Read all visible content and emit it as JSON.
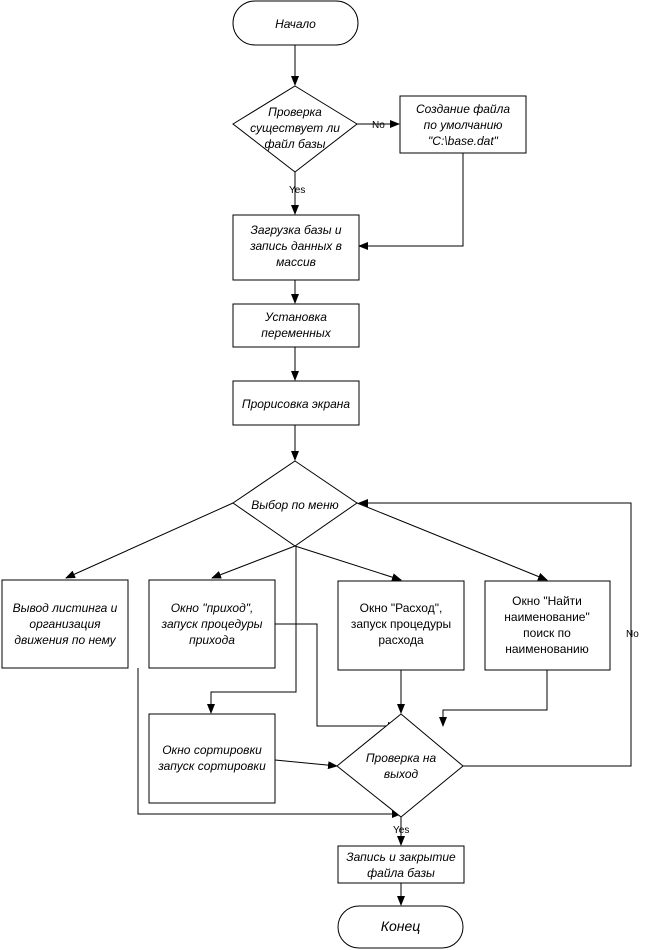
{
  "nodes": {
    "start": {
      "lines": [
        "Начало"
      ]
    },
    "check_file": {
      "lines": [
        "Проверка",
        "существует ли",
        "файл базы"
      ]
    },
    "create_file": {
      "lines": [
        "Создание файла",
        "по умолчанию",
        "\"C:\\base.dat\""
      ]
    },
    "load_db": {
      "lines": [
        "Загрузка базы и",
        "запись данных в",
        "массив"
      ]
    },
    "set_vars": {
      "lines": [
        "Установка",
        "переменных"
      ]
    },
    "draw_screen": {
      "lines": [
        "Прорисовка экрана"
      ]
    },
    "menu": {
      "lines": [
        "Выбор по меню"
      ]
    },
    "listing": {
      "lines": [
        "Вывод листинга и",
        "организация",
        "движения по нему"
      ]
    },
    "income": {
      "lines": [
        "Окно \"приход\",",
        "запуск процедуры",
        "прихода"
      ]
    },
    "expense": {
      "lines": [
        "Окно \"Расход\",",
        "запуск процедуры",
        "расхода"
      ]
    },
    "find_name": {
      "lines": [
        "Окно \"Найти",
        "наименование\"",
        "поиск по",
        "наименованию"
      ]
    },
    "sort": {
      "lines": [
        "Окно сортировки",
        "запуск сортировки"
      ]
    },
    "check_exit": {
      "lines": [
        "Проверка на",
        "выход"
      ]
    },
    "save_close": {
      "lines": [
        "Запись и закрытие",
        "файла базы"
      ]
    },
    "end": {
      "lines": [
        "Конец"
      ]
    }
  },
  "edge_labels": {
    "no_create": "No",
    "yes_load": "Yes",
    "no_loop": "No",
    "yes_exit": "Yes"
  }
}
